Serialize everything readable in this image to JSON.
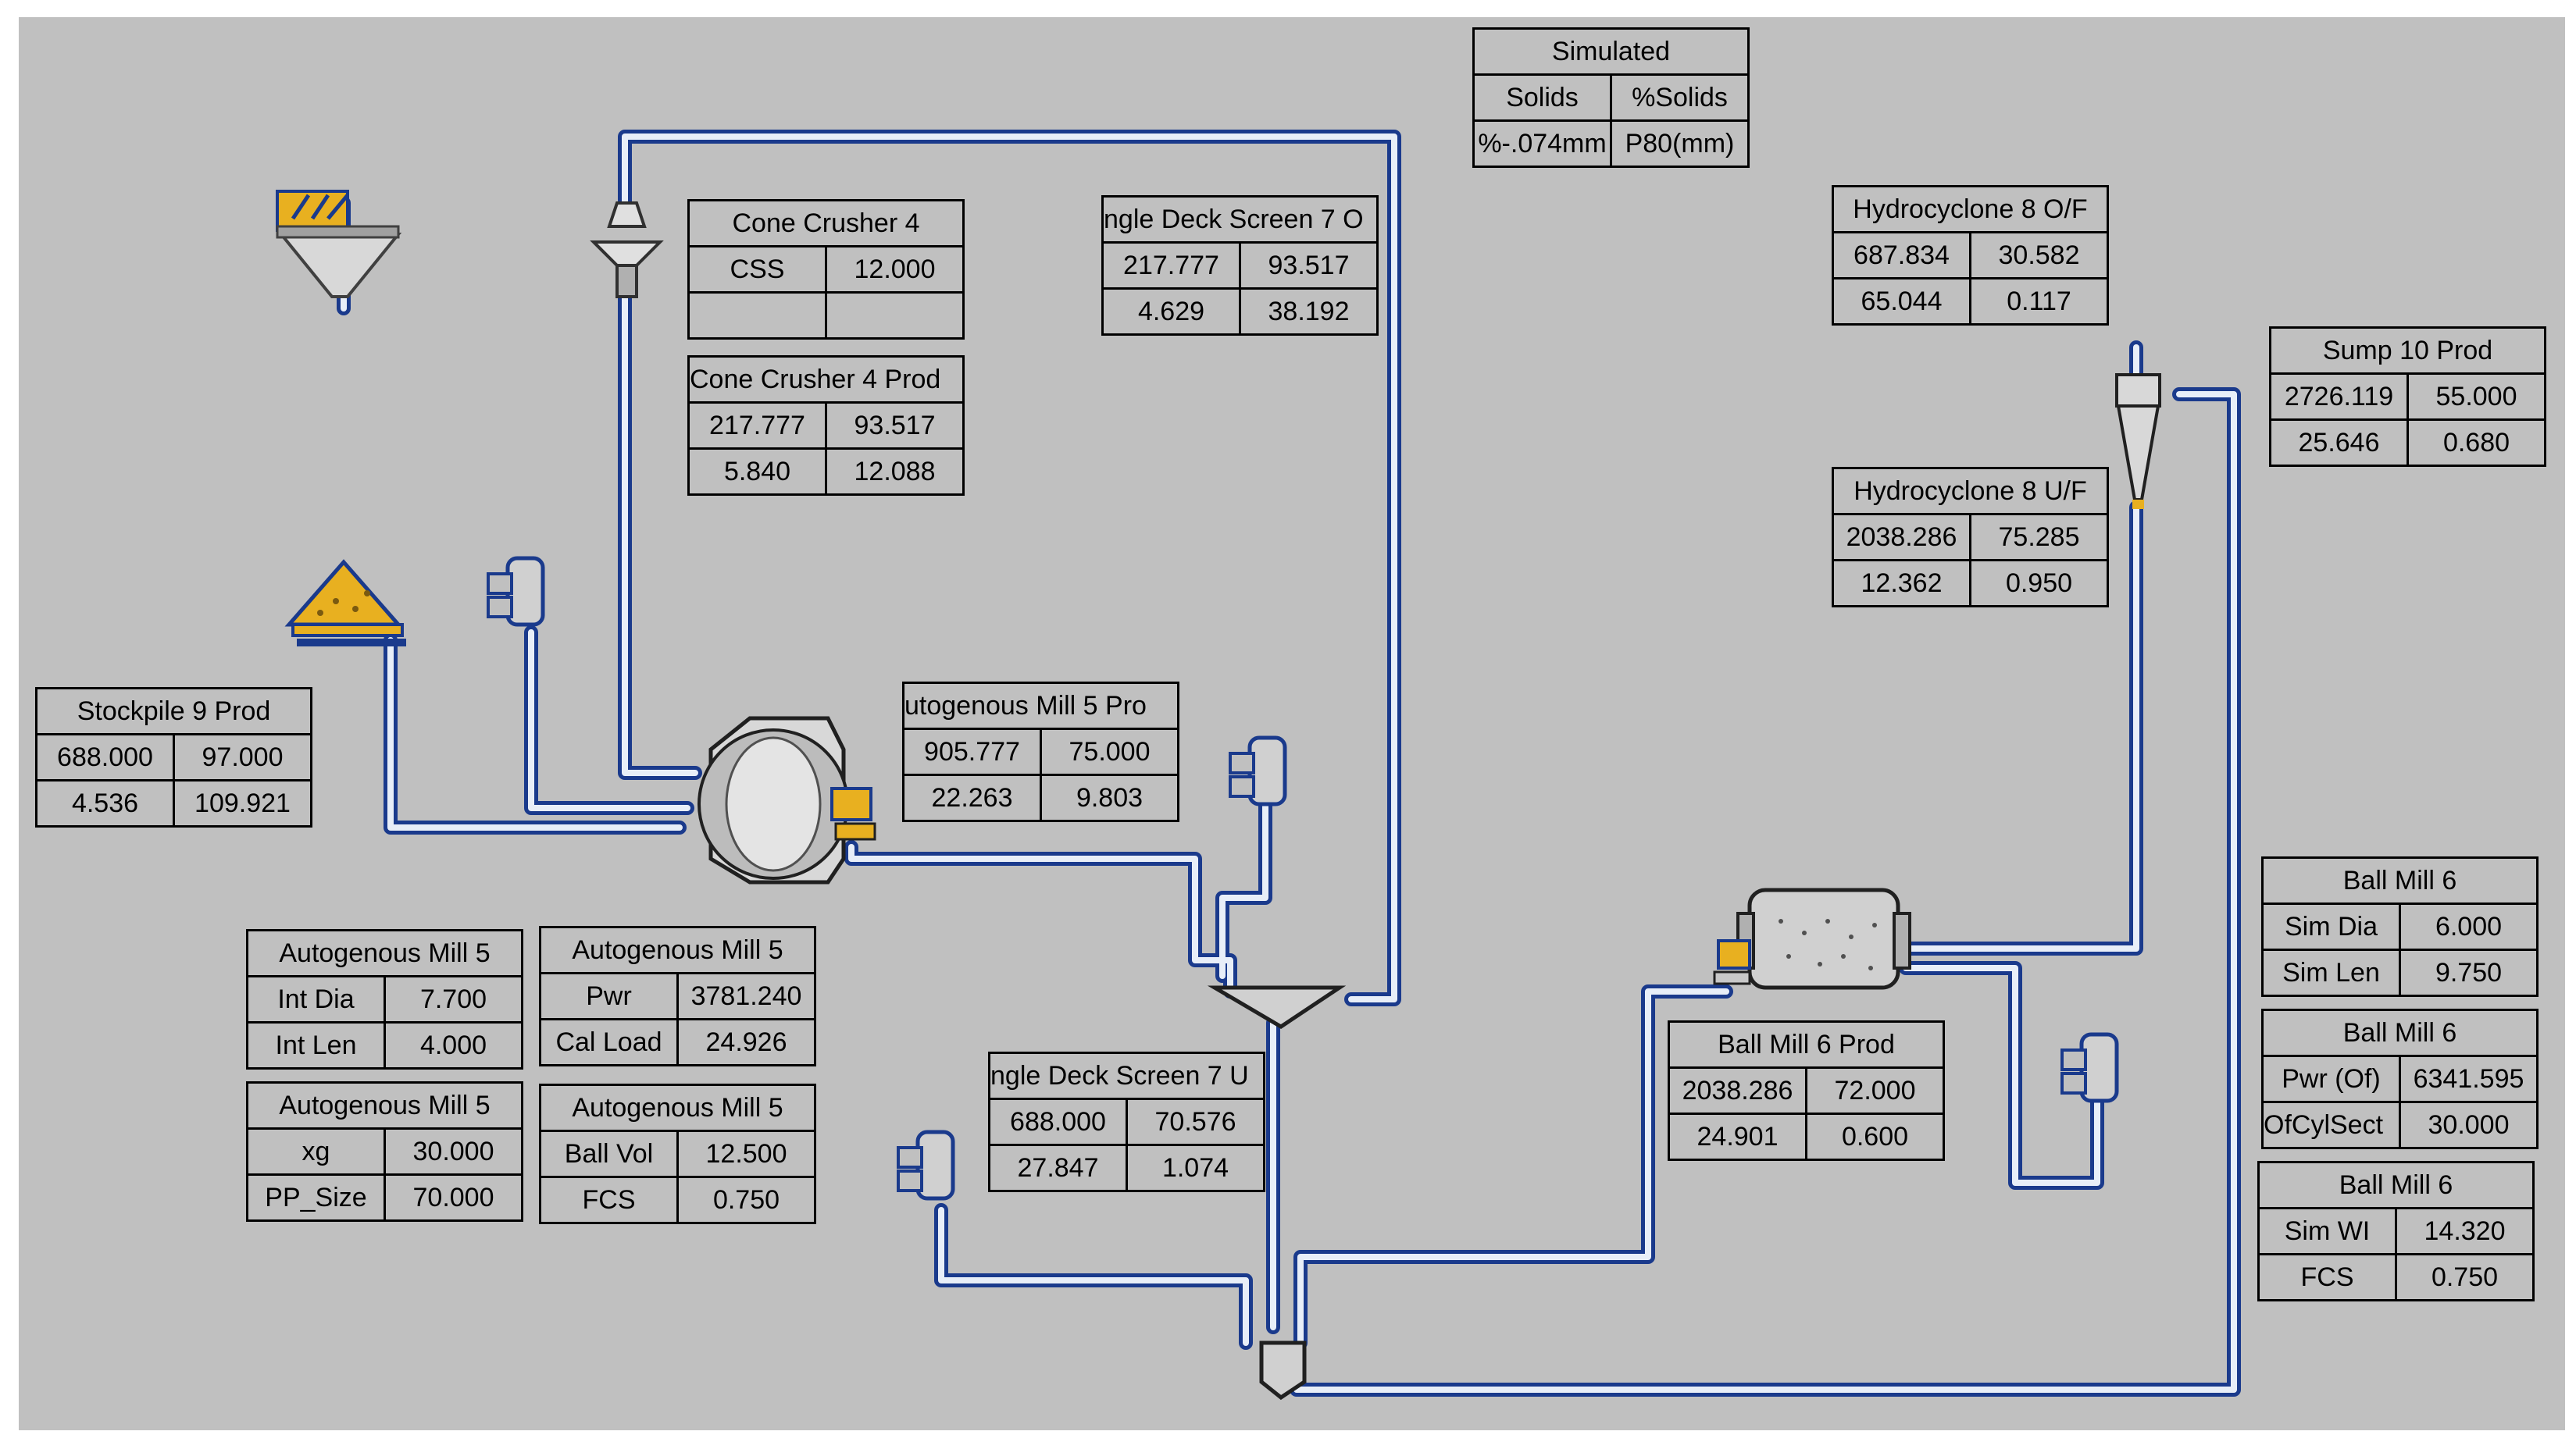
{
  "legend": {
    "title": "Simulated",
    "r1": [
      "Solids",
      "%Solids"
    ],
    "r2": [
      "%-.074mm",
      "P80(mm)"
    ]
  },
  "tables": {
    "cone_crusher_4": {
      "title": "Cone Crusher 4",
      "rows": [
        [
          "CSS",
          "12.000"
        ],
        [
          "",
          ""
        ]
      ]
    },
    "cone_crusher_4_prod": {
      "title": "Cone Crusher 4 Prod",
      "rows": [
        [
          "217.777",
          "93.517"
        ],
        [
          "5.840",
          "12.088"
        ]
      ]
    },
    "sds7_over": {
      "title": "ngle Deck Screen 7 O",
      "rows": [
        [
          "217.777",
          "93.517"
        ],
        [
          "4.629",
          "38.192"
        ]
      ]
    },
    "hydrocyclone_8_of": {
      "title": "Hydrocyclone 8 O/F",
      "rows": [
        [
          "687.834",
          "30.582"
        ],
        [
          "65.044",
          "0.117"
        ]
      ]
    },
    "sump_10_prod": {
      "title": "Sump 10 Prod",
      "rows": [
        [
          "2726.119",
          "55.000"
        ],
        [
          "25.646",
          "0.680"
        ]
      ]
    },
    "hydrocyclone_8_uf": {
      "title": "Hydrocyclone 8 U/F",
      "rows": [
        [
          "2038.286",
          "75.285"
        ],
        [
          "12.362",
          "0.950"
        ]
      ]
    },
    "stockpile_9_prod": {
      "title": "Stockpile 9 Prod",
      "rows": [
        [
          "688.000",
          "97.000"
        ],
        [
          "4.536",
          "109.921"
        ]
      ]
    },
    "ag_mill_5_prod": {
      "title": "utogenous Mill 5 Pro",
      "rows": [
        [
          "905.777",
          "75.000"
        ],
        [
          "22.263",
          "9.803"
        ]
      ]
    },
    "ag_mill_5_dims": {
      "title": "Autogenous Mill 5",
      "rows": [
        [
          "Int Dia",
          "7.700"
        ],
        [
          "Int Len",
          "4.000"
        ]
      ]
    },
    "ag_mill_5_pwr": {
      "title": "Autogenous Mill 5",
      "rows": [
        [
          "Pwr",
          "3781.240"
        ],
        [
          "Cal Load",
          "24.926"
        ]
      ]
    },
    "ag_mill_5_xg": {
      "title": "Autogenous Mill 5",
      "rows": [
        [
          "xg",
          "30.000"
        ],
        [
          "PP_Size",
          "70.000"
        ]
      ]
    },
    "ag_mill_5_ball": {
      "title": "Autogenous Mill 5",
      "rows": [
        [
          "Ball Vol",
          "12.500"
        ],
        [
          "FCS",
          "0.750"
        ]
      ]
    },
    "sds7_under": {
      "title": "ngle Deck Screen 7 U",
      "rows": [
        [
          "688.000",
          "70.576"
        ],
        [
          "27.847",
          "1.074"
        ]
      ]
    },
    "ball_mill_6_prod": {
      "title": "Ball Mill 6 Prod",
      "rows": [
        [
          "2038.286",
          "72.000"
        ],
        [
          "24.901",
          "0.600"
        ]
      ]
    },
    "ball_mill_6_sim": {
      "title": "Ball Mill 6",
      "rows": [
        [
          "Sim Dia",
          "6.000"
        ],
        [
          "Sim Len",
          "9.750"
        ]
      ]
    },
    "ball_mill_6_pwr": {
      "title": "Ball Mill 6",
      "rows": [
        [
          "Pwr (Of)",
          "6341.595"
        ],
        [
          "OfCylSect",
          "30.000"
        ]
      ]
    },
    "ball_mill_6_wi": {
      "title": "Ball Mill 6",
      "rows": [
        [
          "Sim WI",
          "14.320"
        ],
        [
          "FCS",
          "0.750"
        ]
      ]
    }
  },
  "colors": {
    "background": "#c0c0c0",
    "pipe_outer": "#1a3a8c",
    "pipe_inner": "#e8eef8",
    "ore": "#e8b020"
  }
}
